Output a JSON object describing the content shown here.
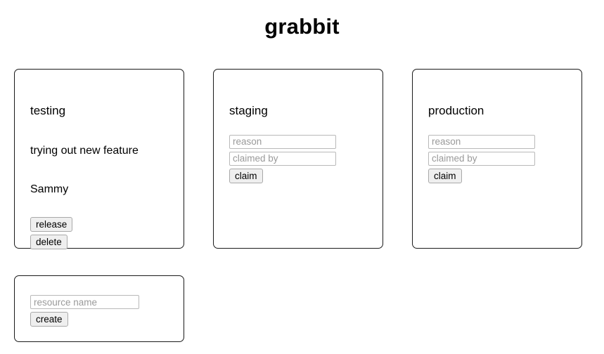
{
  "app": {
    "title": "grabbit"
  },
  "resources": [
    {
      "name": "testing",
      "claimed": true,
      "reason": "trying out new feature",
      "claimed_by": "Sammy",
      "release_label": "release",
      "delete_label": "delete"
    },
    {
      "name": "staging",
      "claimed": false,
      "reason_placeholder": "reason",
      "claimed_by_placeholder": "claimed by",
      "claim_label": "claim"
    },
    {
      "name": "production",
      "claimed": false,
      "reason_placeholder": "reason",
      "claimed_by_placeholder": "claimed by",
      "claim_label": "claim"
    }
  ],
  "create": {
    "name_placeholder": "resource name",
    "create_label": "create"
  },
  "colors": {
    "background": "#ffffff",
    "text": "#000000",
    "card_border": "#1a1a1a",
    "input_border": "#b9b9b9",
    "placeholder_text": "#9a9a9a",
    "button_face": "#efefef",
    "button_border": "#a9a9a9"
  }
}
